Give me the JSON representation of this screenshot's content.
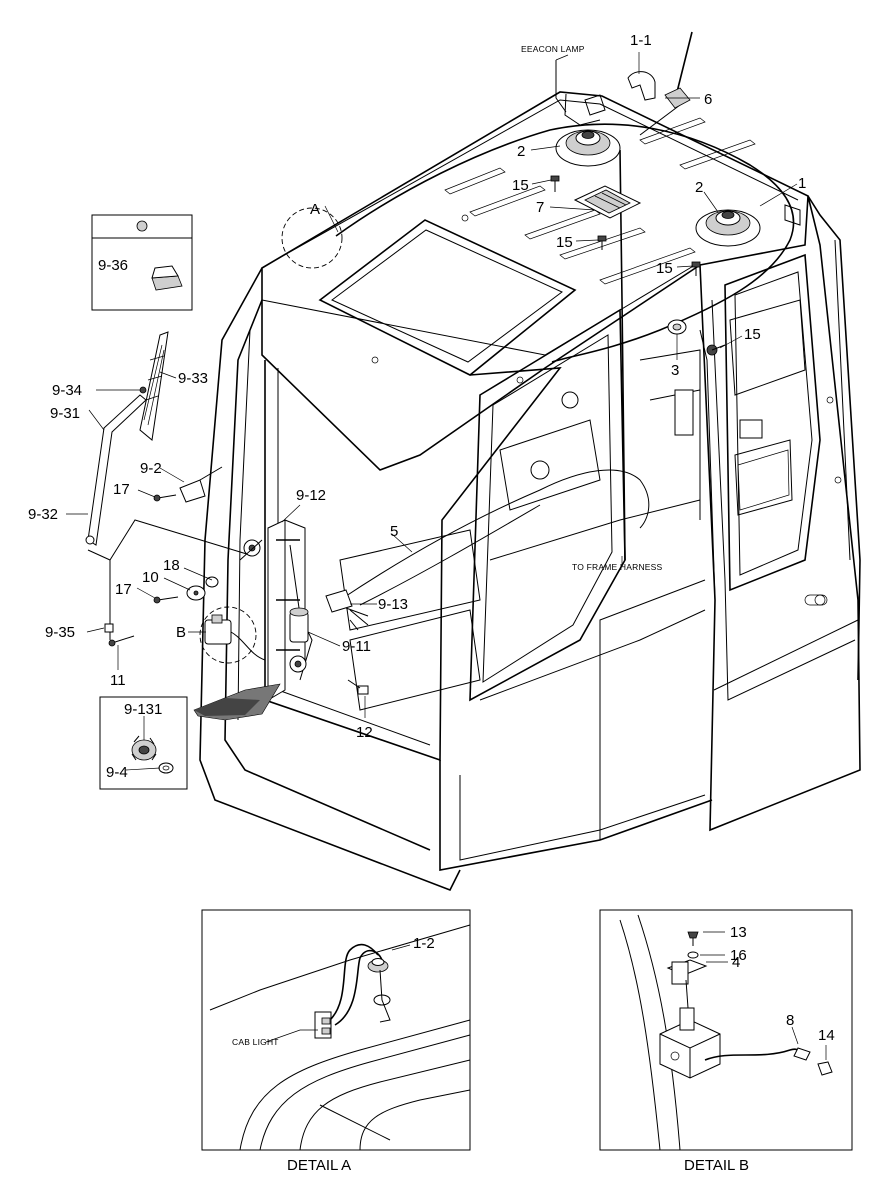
{
  "figure": {
    "callouts": {
      "c_1_1": "1-1",
      "c_6": "6",
      "c_2a": "2",
      "c_15a": "15",
      "c_7": "7",
      "c_2b": "2",
      "c_1": "1",
      "c_15b": "15",
      "c_15c": "15",
      "c_15d": "15",
      "c_3": "3",
      "c_A": "A",
      "c_9_36": "9-36",
      "c_9_34": "9-34",
      "c_9_33": "9-33",
      "c_9_31": "9-31",
      "c_9_2": "9-2",
      "c_17a": "17",
      "c_9_32": "9-32",
      "c_9_12": "9-12",
      "c_5": "5",
      "c_18": "18",
      "c_17b": "17",
      "c_10": "10",
      "c_9_13": "9-13",
      "c_9_35": "9-35",
      "c_B": "B",
      "c_9_11": "9-11",
      "c_11": "11",
      "c_12": "12",
      "c_9_131": "9-131",
      "c_9_4": "9-4",
      "c_1_2": "1-2",
      "c_13": "13",
      "c_16": "16",
      "c_4": "4",
      "c_8": "8",
      "c_14": "14"
    },
    "notes": {
      "beacon_lamp": "EEACON LAMP",
      "to_frame_harness": "TO FRAME HARNESS",
      "cab_light": "CAB LIGHT"
    },
    "captions": {
      "detail_a": "DETAIL A",
      "detail_b": "DETAIL B"
    }
  }
}
